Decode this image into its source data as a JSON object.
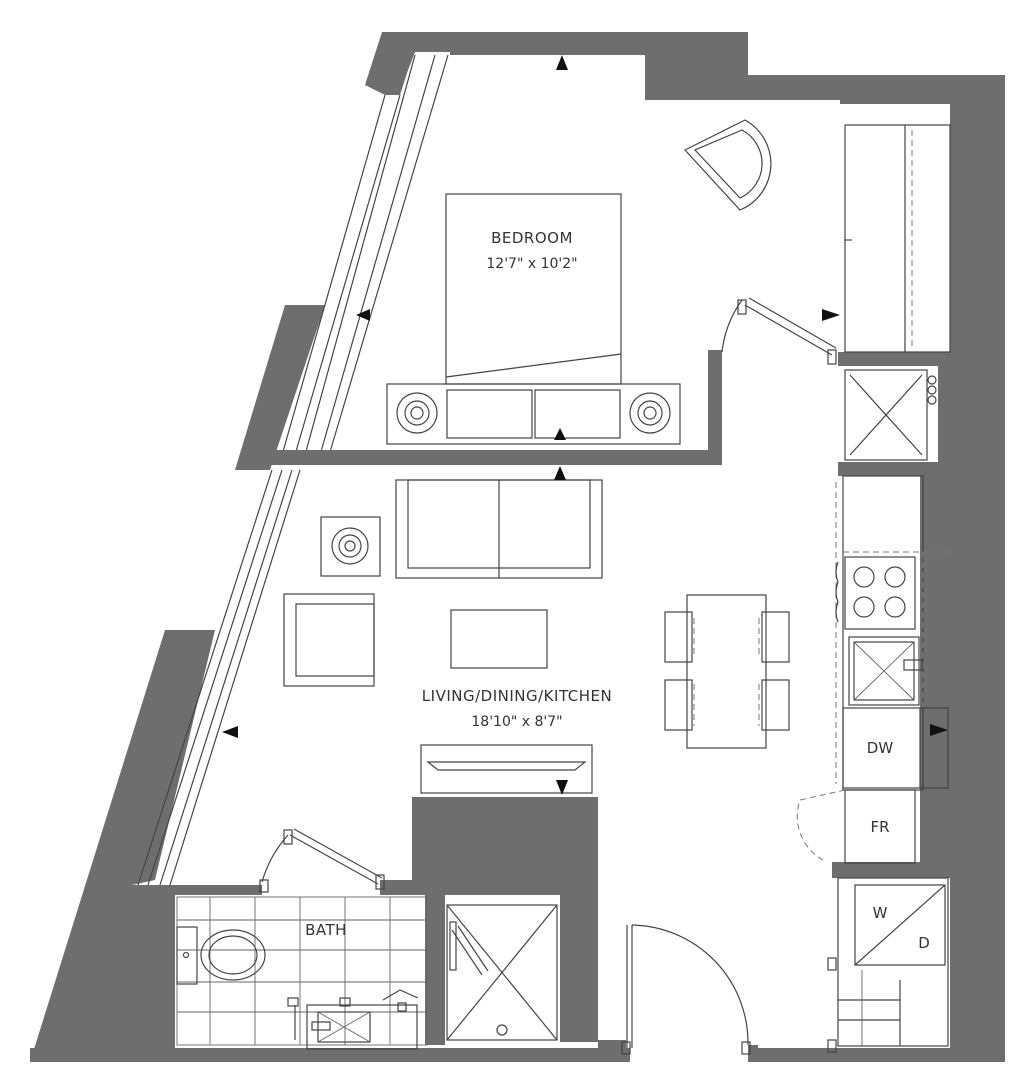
{
  "rooms": {
    "bedroom": {
      "name": "BEDROOM",
      "dims": "12'7\" x 10'2\""
    },
    "living": {
      "name": "LIVING/DINING/KITCHEN",
      "dims": "18'10\" x 8'7\""
    },
    "bath": {
      "name": "BATH"
    }
  },
  "appliances": {
    "dishwasher": "DW",
    "fridge": "FR",
    "washer": "W",
    "dryer": "D"
  },
  "colors": {
    "wall": "#6e6e6e",
    "line": "#444444",
    "background": "#ffffff"
  }
}
